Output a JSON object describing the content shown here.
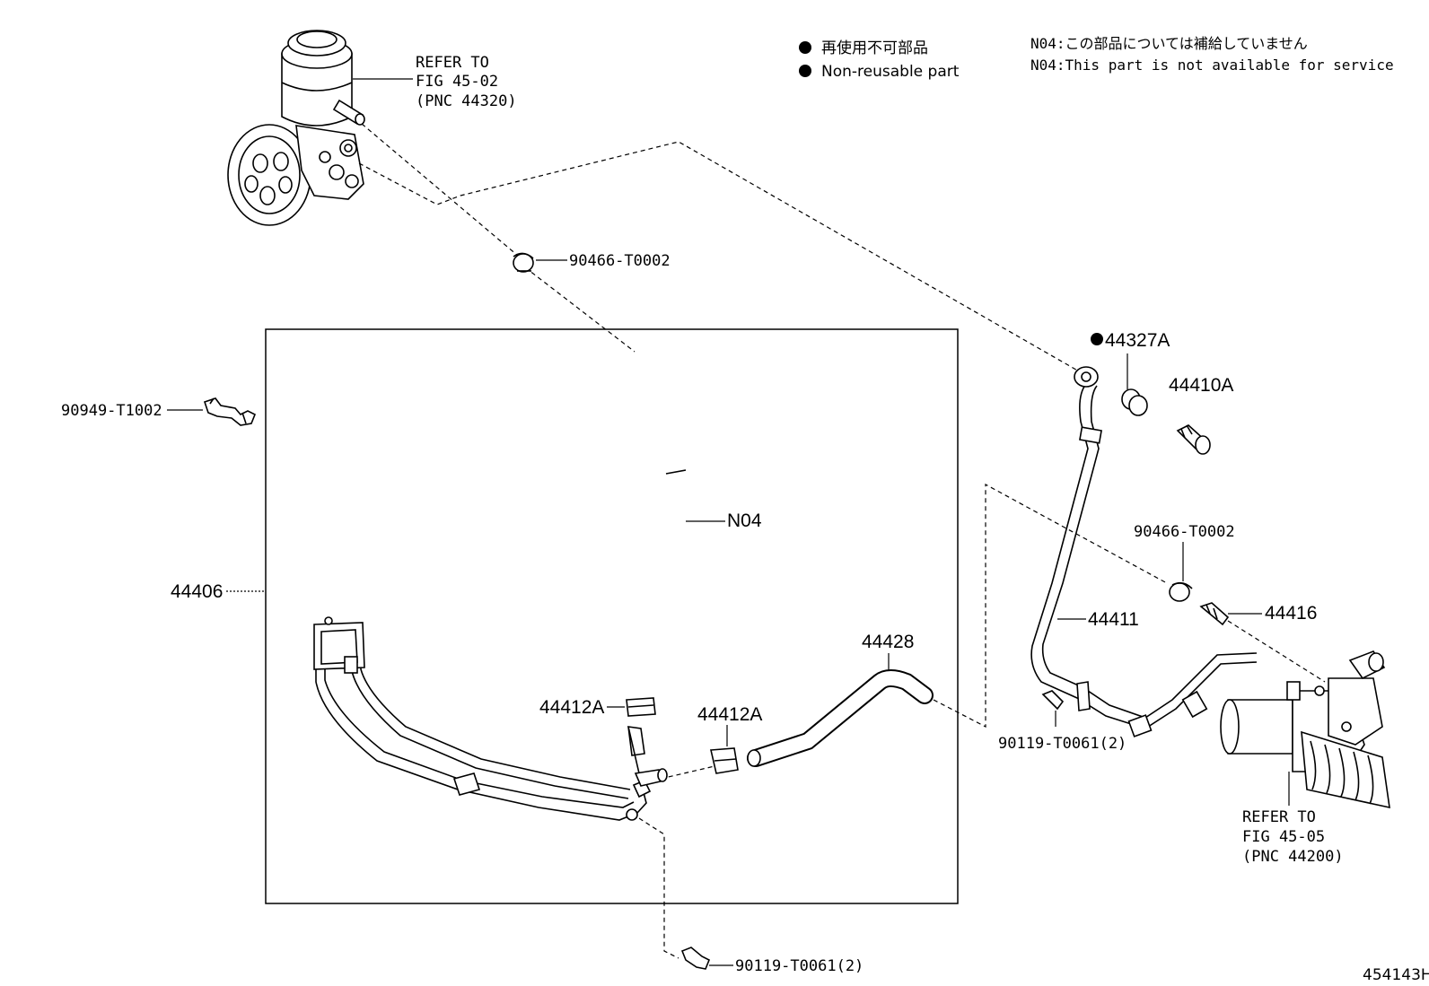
{
  "legend": {
    "non_reusable_jp": "再使用不可部品",
    "non_reusable_en": "Non-reusable part",
    "note_jp": "N04:この部品については補給していません",
    "note_en": "N04:This part is not available for service"
  },
  "refs": {
    "pump": [
      "REFER TO",
      "FIG 45-02",
      "(PNC 44320)"
    ],
    "gear": [
      "REFER TO",
      "FIG 45-05",
      "(PNC 44200)"
    ]
  },
  "parts": {
    "clip_top": "90466-T0002",
    "clip_right": "90466-T0002",
    "clamp_left": "90949-T1002",
    "assembly": "44406",
    "hose_n04": "N04",
    "clamp_a1": "44412A",
    "clamp_a2": "44412A",
    "hose_return": "44428",
    "gasket": "44327A",
    "union_bolt": "44410A",
    "pressure_tube": "44411",
    "fitting": "44416",
    "bolt_right": "90119-T0061(2)",
    "bolt_bottom": "90119-T0061(2)"
  },
  "illustration_id": "454143H",
  "icons": {
    "bullet": "filled-circle-icon"
  }
}
